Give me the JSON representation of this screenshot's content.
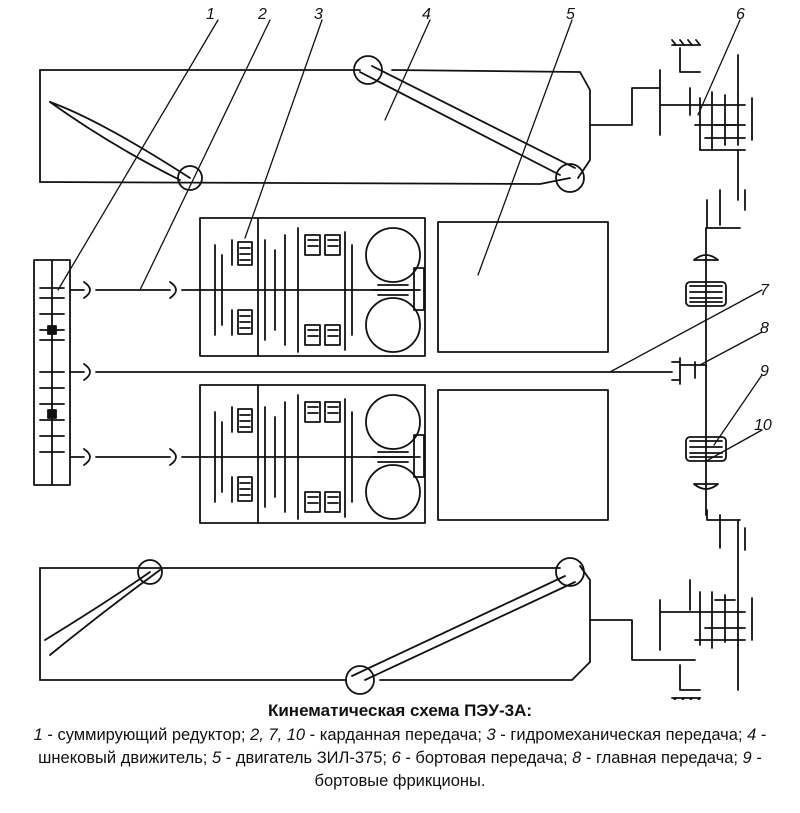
{
  "diagram": {
    "callouts": [
      "1",
      "2",
      "3",
      "4",
      "5",
      "6",
      "7",
      "8",
      "9",
      "10"
    ]
  },
  "caption": {
    "title": "Кинематическая схема ПЭУ-3А:",
    "legend": [
      {
        "num": "1",
        "text": " - суммирующий редуктор; "
      },
      {
        "num": "2, 7, 10",
        "text": " - карданная передача; "
      },
      {
        "num": "3",
        "text": " - гидромеханическая передача; "
      },
      {
        "num": "4",
        "text": " - шнековый движитель; "
      },
      {
        "num": "5",
        "text": " - двигатель ЗИЛ-375; "
      },
      {
        "num": "6",
        "text": " - бортовая передача; "
      },
      {
        "num": "8",
        "text": " - главная передача; "
      },
      {
        "num": "9",
        "text": " - бортовые фрикционы."
      }
    ]
  }
}
